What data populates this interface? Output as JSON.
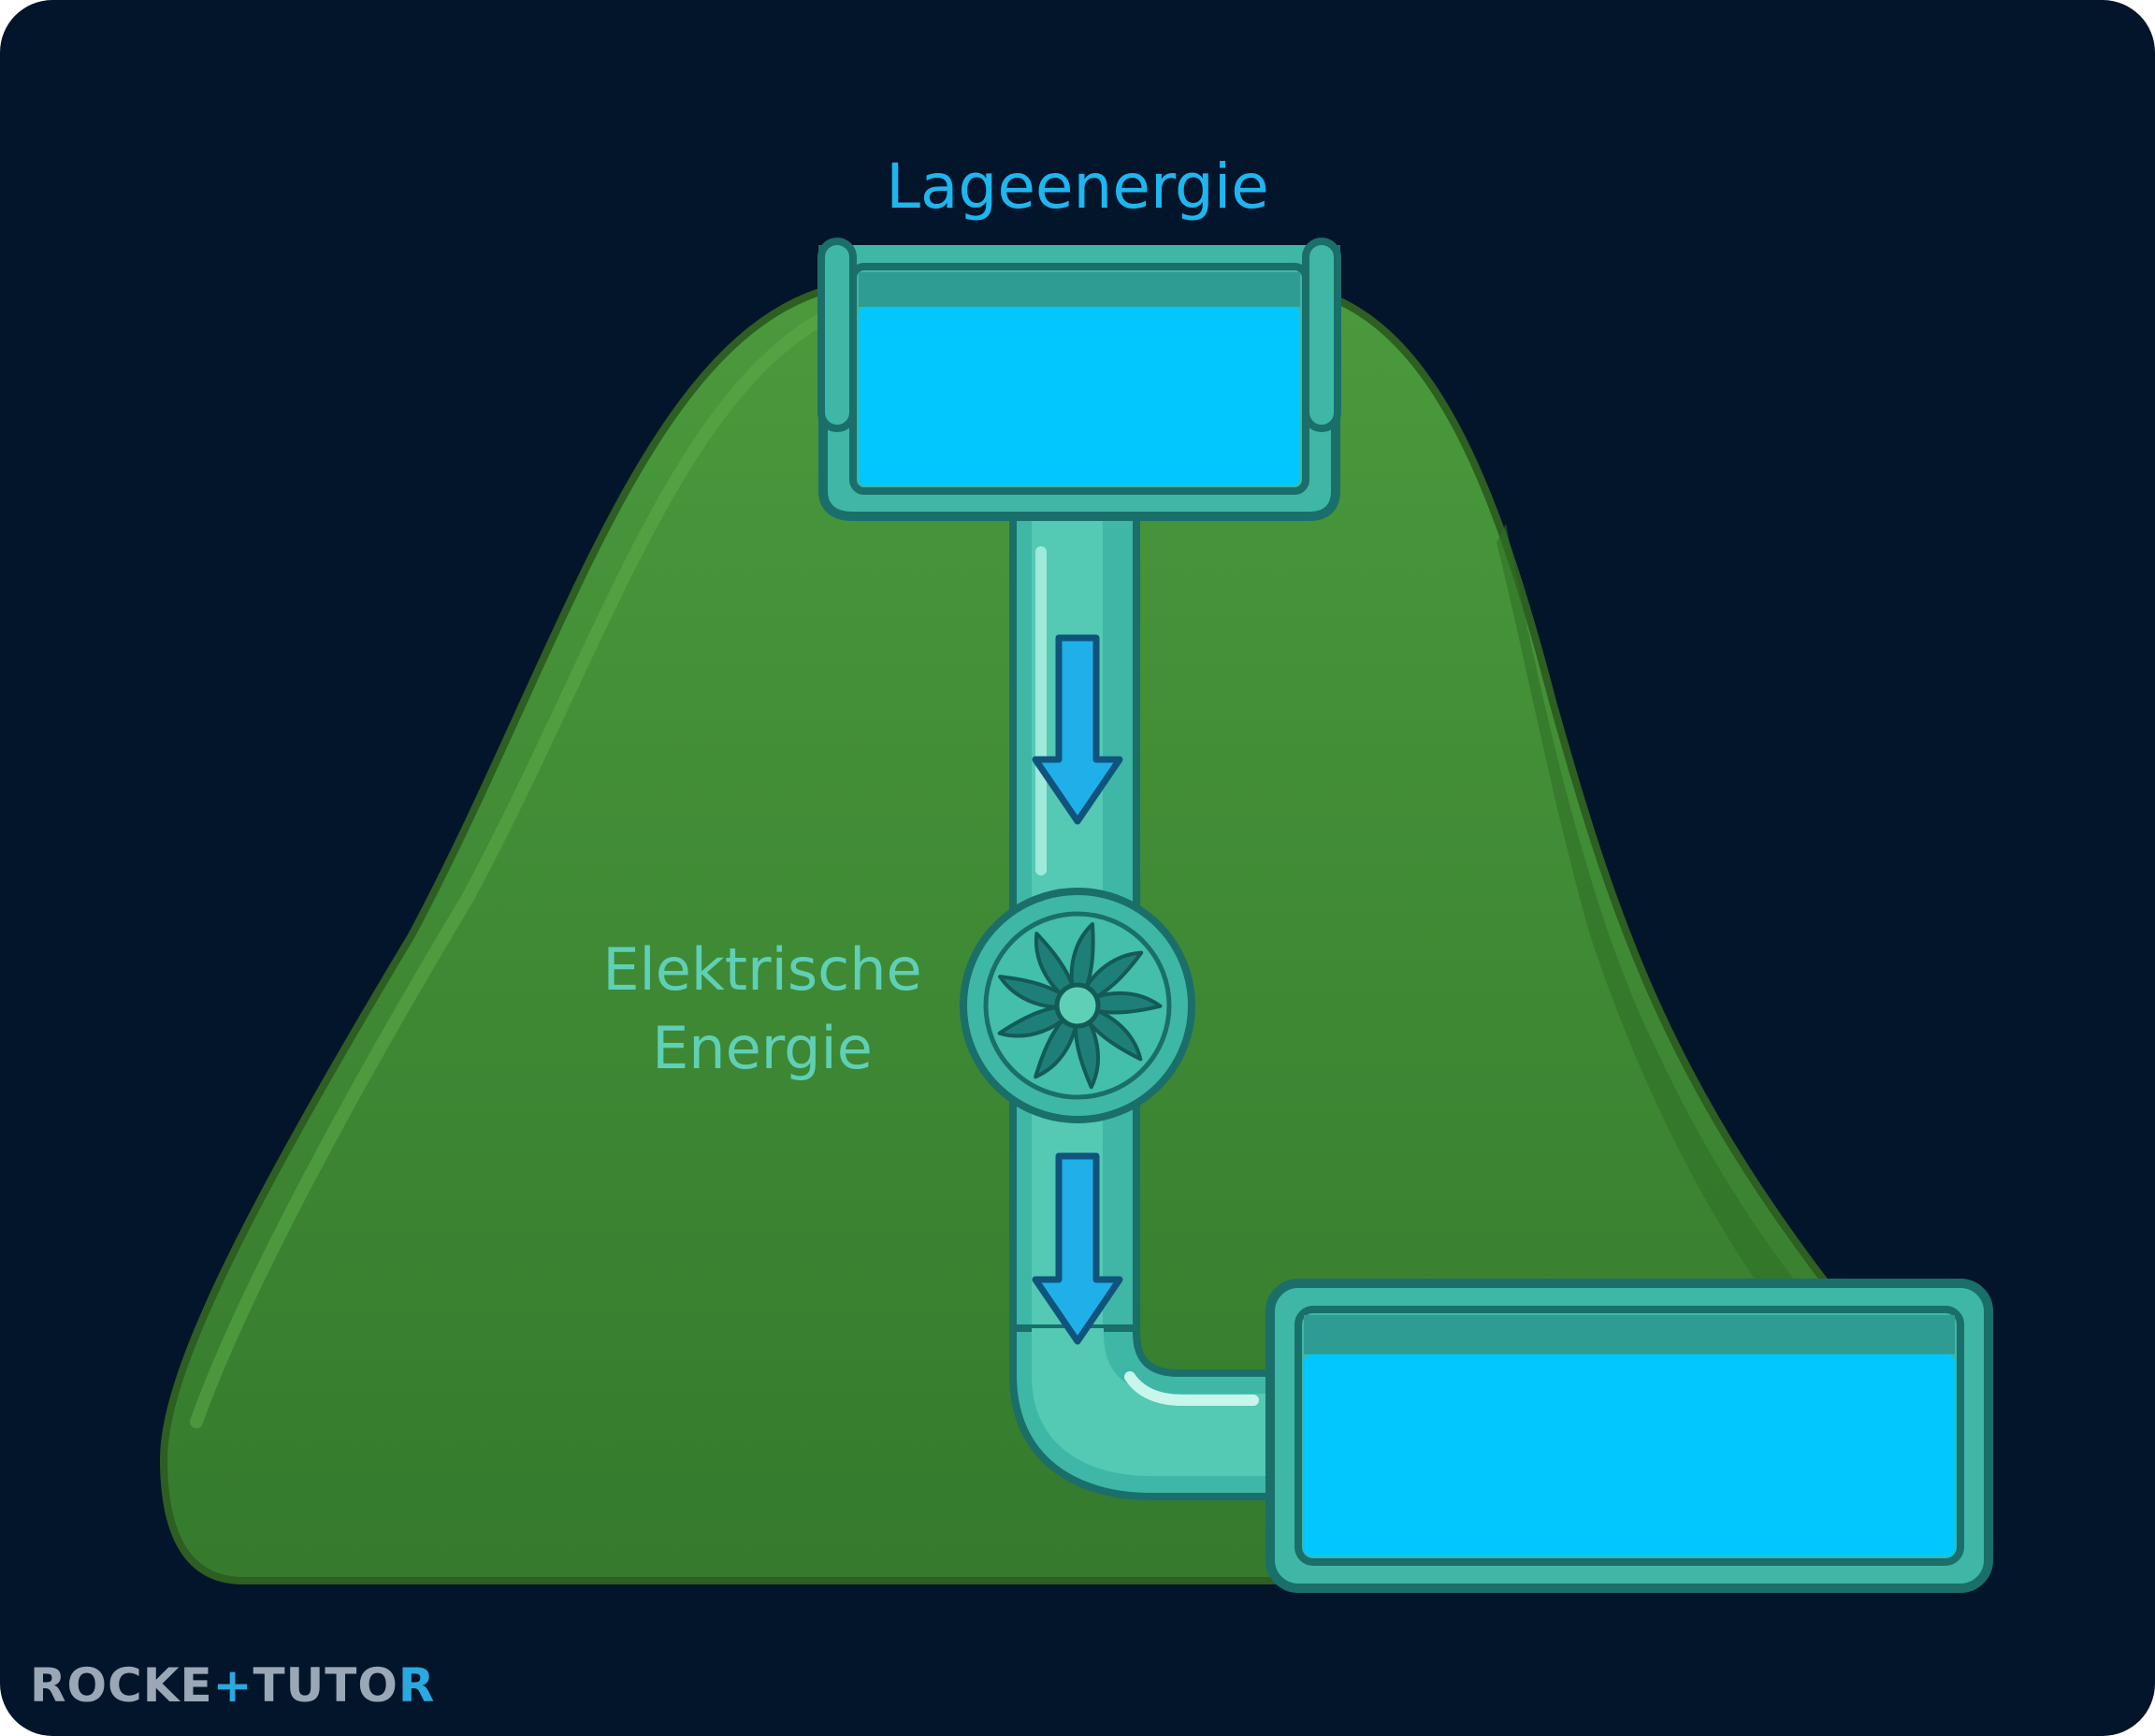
{
  "labels": {
    "top": "Lageenergie",
    "middle_line1": "Elektrische",
    "middle_line2": "Energie"
  },
  "logo": {
    "part1": "ROCKE",
    "part2": "+",
    "part3": "TUTO",
    "part4": "R"
  },
  "colors": {
    "background": "#03152a",
    "mountain": "#3f8a34",
    "water": "#00c8ff",
    "pipe": "#3fb7a6",
    "top_label": "#1fb6f0",
    "middle_label": "#5fd0b6"
  },
  "icons": {
    "turbine": "turbine-icon",
    "flow_arrow": "arrow-down-icon"
  }
}
